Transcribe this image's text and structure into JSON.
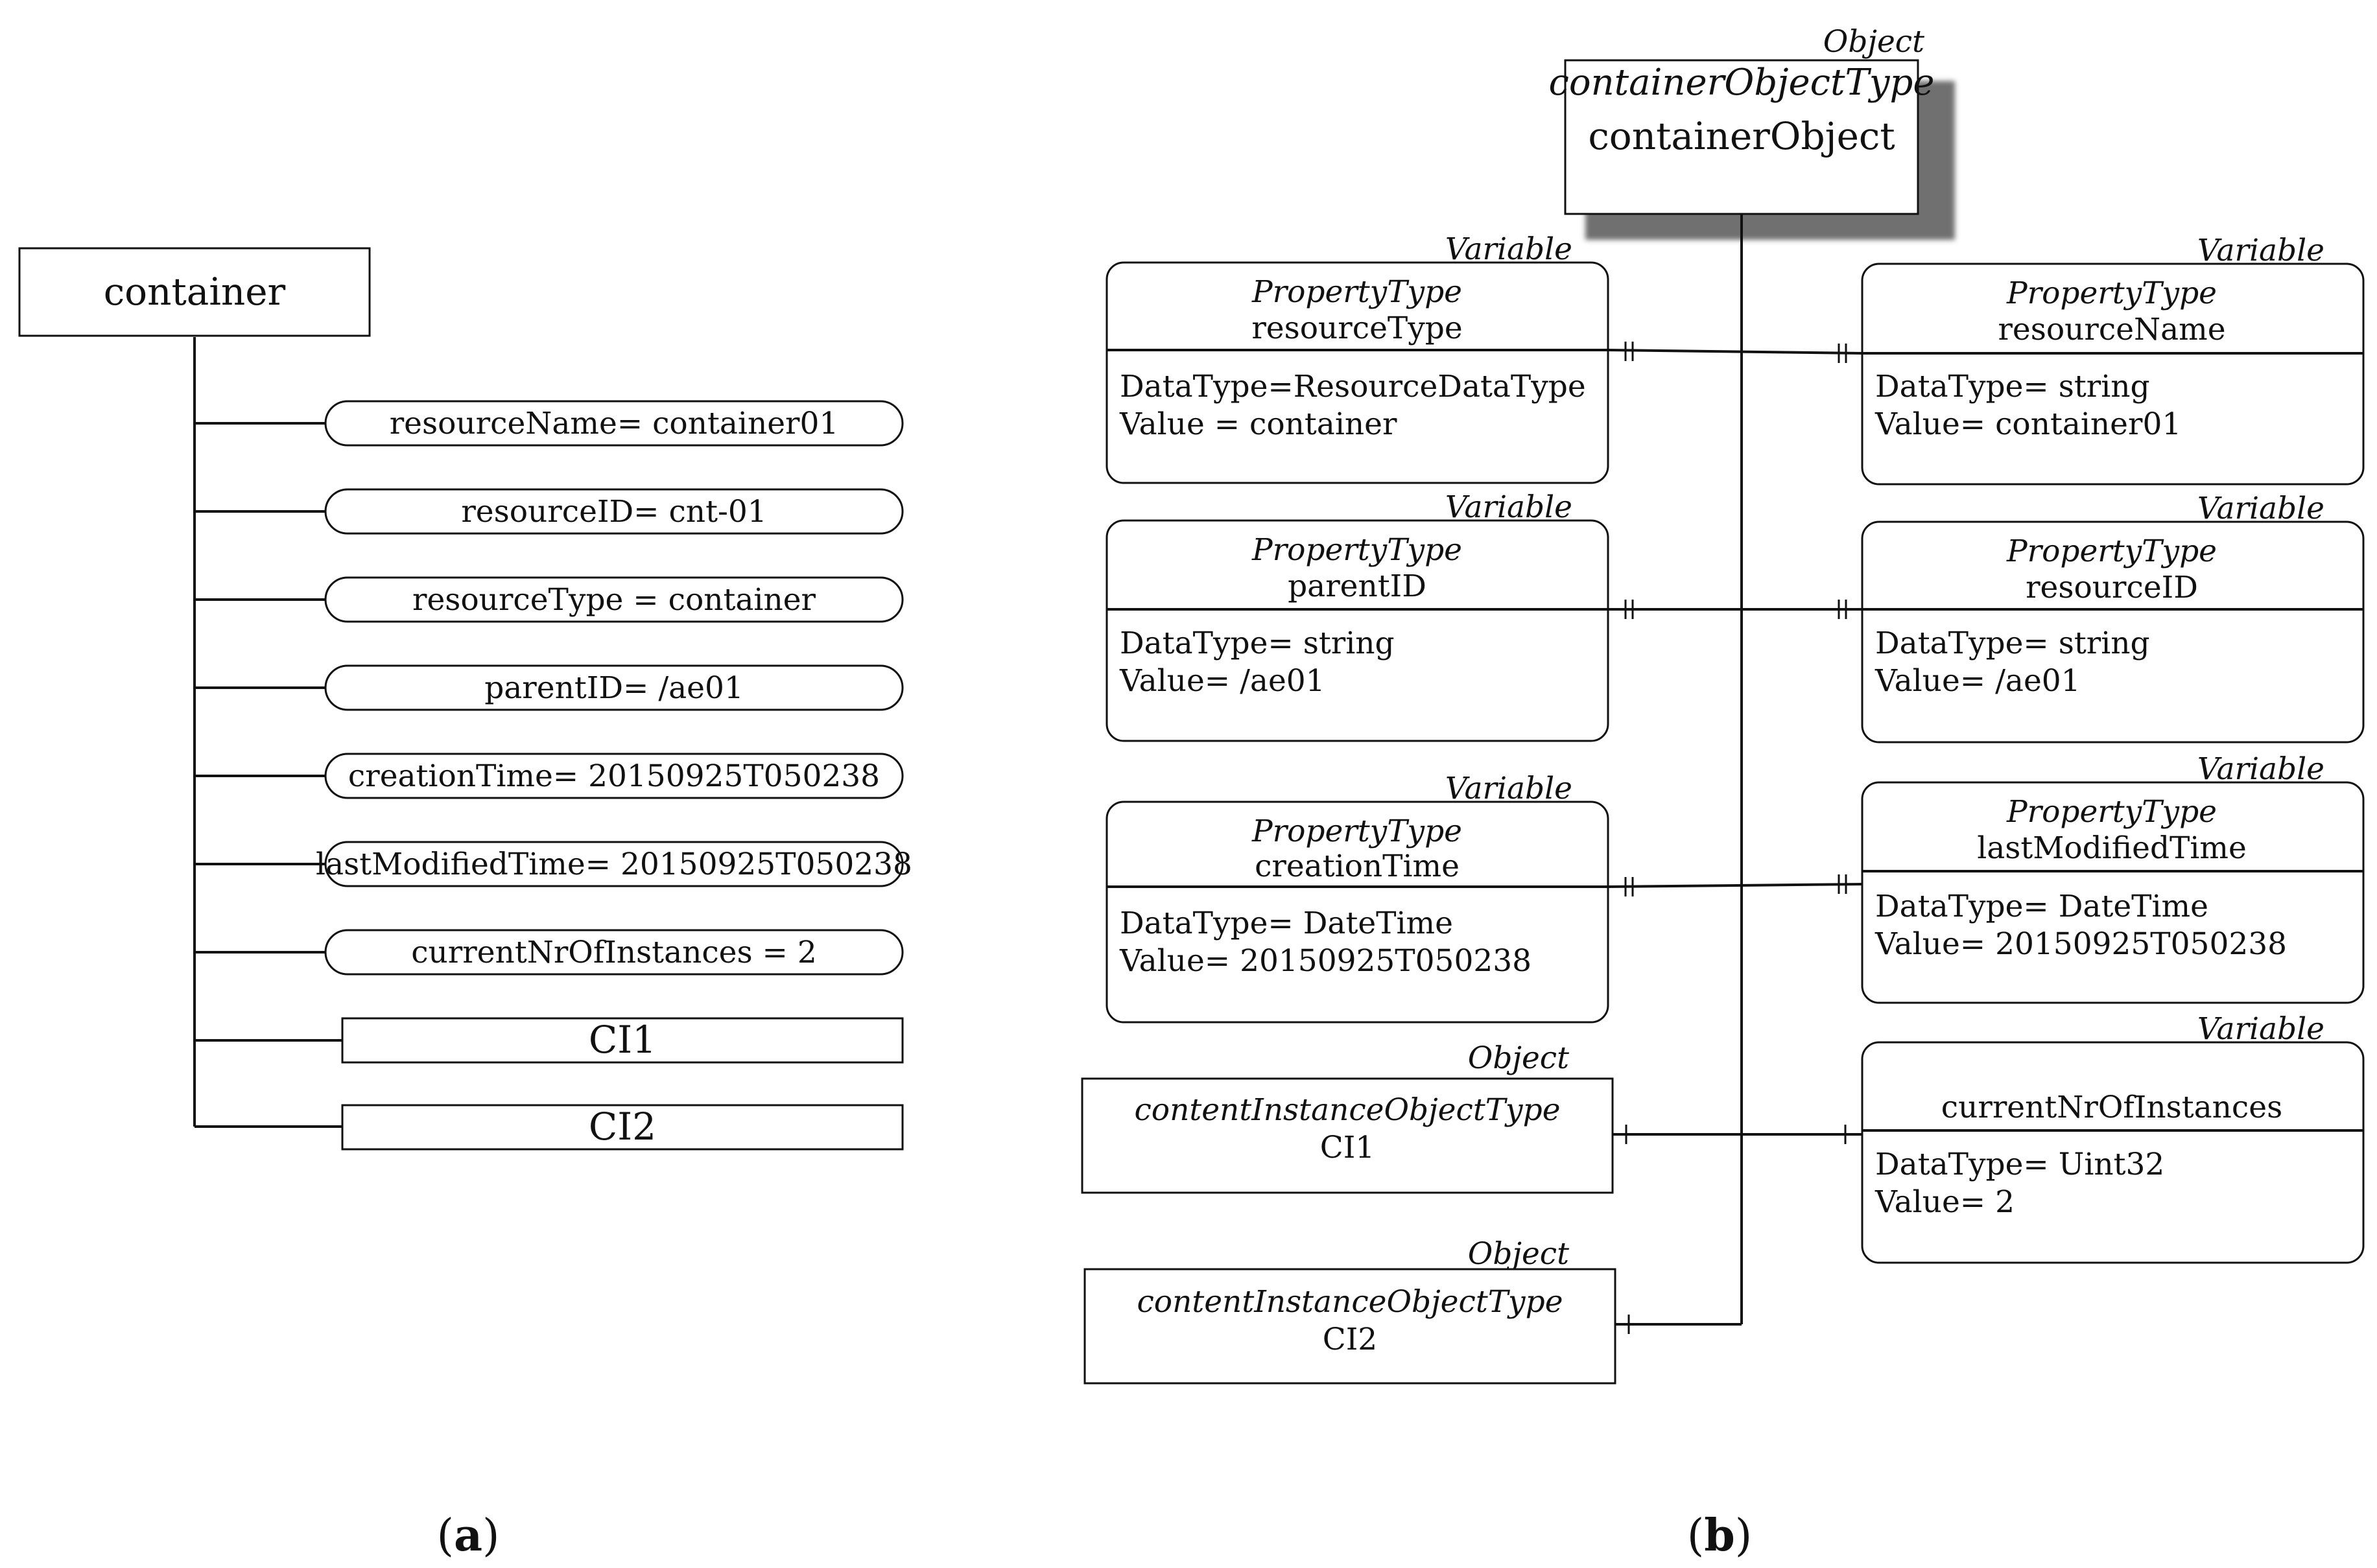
{
  "panel_a": {
    "caption_letter": "a",
    "root": "container",
    "attributes": [
      "resourceName= container01",
      "resourceID= cnt-01",
      "resourceType = container",
      "parentID= /ae01",
      "creationTime= 20150925T050238",
      "lastModifiedTime= 20150925T050238",
      "currentNrOfInstances = 2"
    ],
    "children": [
      "CI1",
      "CI2"
    ]
  },
  "panel_b": {
    "caption_letter": "b",
    "root": {
      "stereotype": "Object",
      "type": "containerObjectType",
      "name": "containerObject"
    },
    "variables": [
      {
        "stereotype": "Variable",
        "type": "PropertyType",
        "name": "resourceType",
        "datatype": "DataType=ResourceDataType",
        "value": "Value = container"
      },
      {
        "stereotype": "Variable",
        "type": "PropertyType",
        "name": "resourceName",
        "datatype": "DataType= string",
        "value": "Value= container01"
      },
      {
        "stereotype": "Variable",
        "type": "PropertyType",
        "name": "parentID",
        "datatype": "DataType= string",
        "value": "Value= /ae01"
      },
      {
        "stereotype": "Variable",
        "type": "PropertyType",
        "name": "resourceID",
        "datatype": "DataType= string",
        "value": "Value= /ae01"
      },
      {
        "stereotype": "Variable",
        "type": "PropertyType",
        "name": "creationTime",
        "datatype": "DataType= DateTime",
        "value": "Value= 20150925T050238"
      },
      {
        "stereotype": "Variable",
        "type": "PropertyType",
        "name": "lastModifiedTime",
        "datatype": "DataType= DateTime",
        "value": "Value= 20150925T050238"
      },
      {
        "stereotype": "Variable",
        "type": "",
        "name": "currentNrOfInstances",
        "datatype": "DataType= Uint32",
        "value": "Value= 2"
      }
    ],
    "objects": [
      {
        "stereotype": "Object",
        "type": "contentInstanceObjectType",
        "name": "CI1"
      },
      {
        "stereotype": "Object",
        "type": "contentInstanceObjectType",
        "name": "CI2"
      }
    ]
  }
}
